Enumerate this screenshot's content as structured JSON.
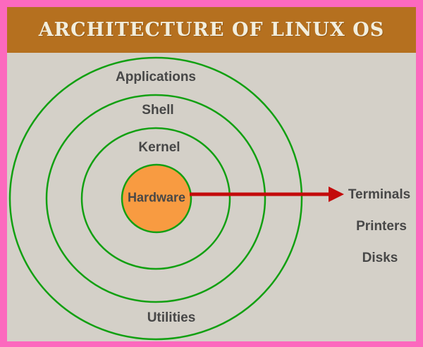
{
  "title": "ARCHITECTURE OF LINUX OS",
  "diagram": {
    "rings": [
      {
        "label": "Applications"
      },
      {
        "label": "Shell"
      },
      {
        "label": "Kernel"
      }
    ],
    "center": {
      "label": "Hardware"
    },
    "bottom_label": "Utilities",
    "devices": [
      {
        "label": "Terminals"
      },
      {
        "label": "Printers"
      },
      {
        "label": "Disks"
      }
    ]
  },
  "colors": {
    "frame_border_pink": "#fc69be",
    "header_background": "#b5701f",
    "title_text": "#f2eedd",
    "diagram_background": "#d4d0c8",
    "ring_stroke_green": "#12a012",
    "hardware_fill_orange": "#f89b41",
    "arrow_red": "#c30b0b",
    "label_text": "#474747"
  }
}
